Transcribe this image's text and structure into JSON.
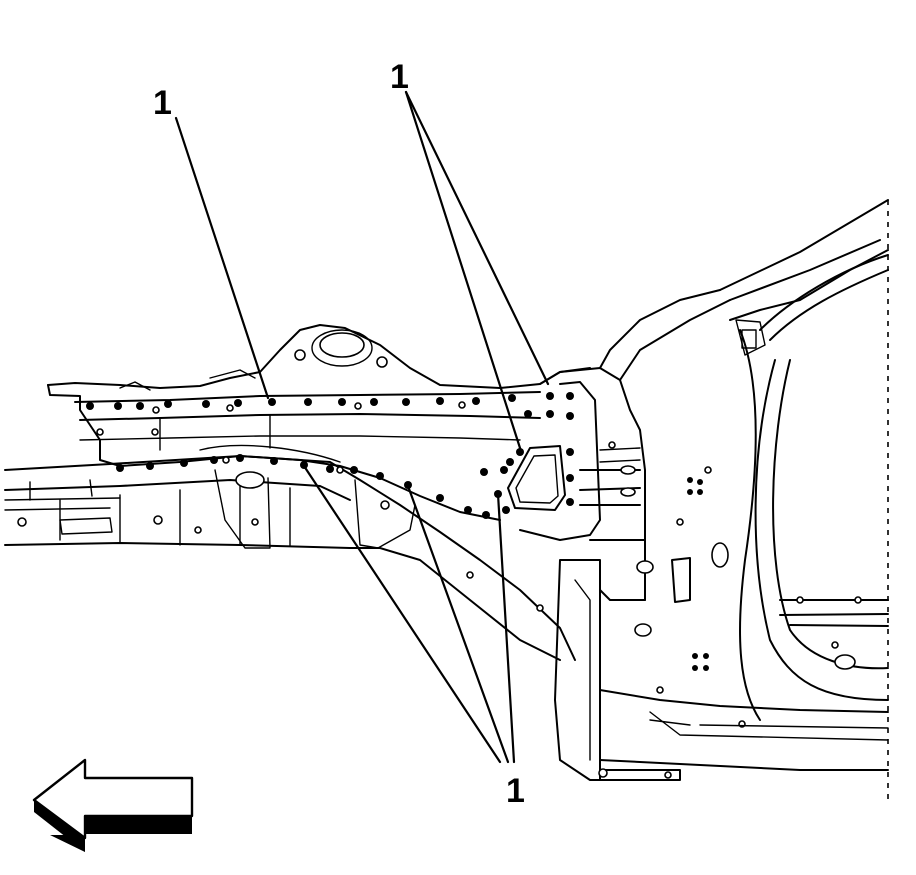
{
  "callouts": {
    "upper_left": "1",
    "upper_right": "1",
    "bottom": "1"
  },
  "direction_arrow": {
    "icon": "front-direction-arrow-icon",
    "points": "left"
  },
  "colors": {
    "ink": "#000000",
    "paper": "#ffffff"
  }
}
